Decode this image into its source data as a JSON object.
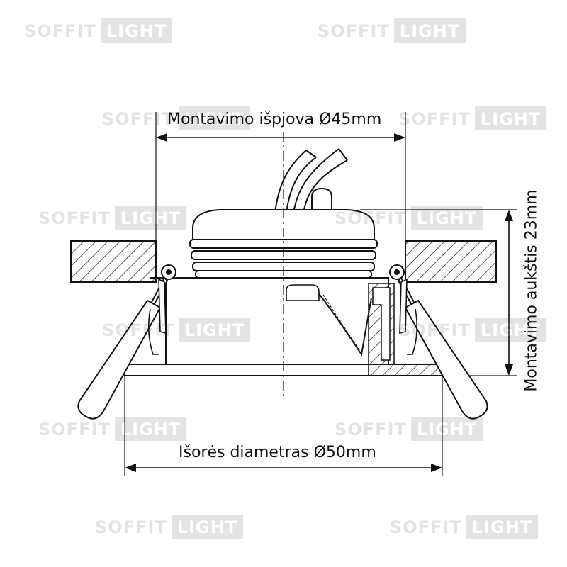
{
  "labels": {
    "cutout": "Montavimo išpjova Ø45mm",
    "outer": "Išorės diametras Ø50mm",
    "height": "Montavimo aukštis 23mm"
  },
  "watermark": {
    "part1": "SOFFIT",
    "part2": "LIGHT"
  },
  "colors": {
    "line": "#111111",
    "watermark": "#333333"
  }
}
